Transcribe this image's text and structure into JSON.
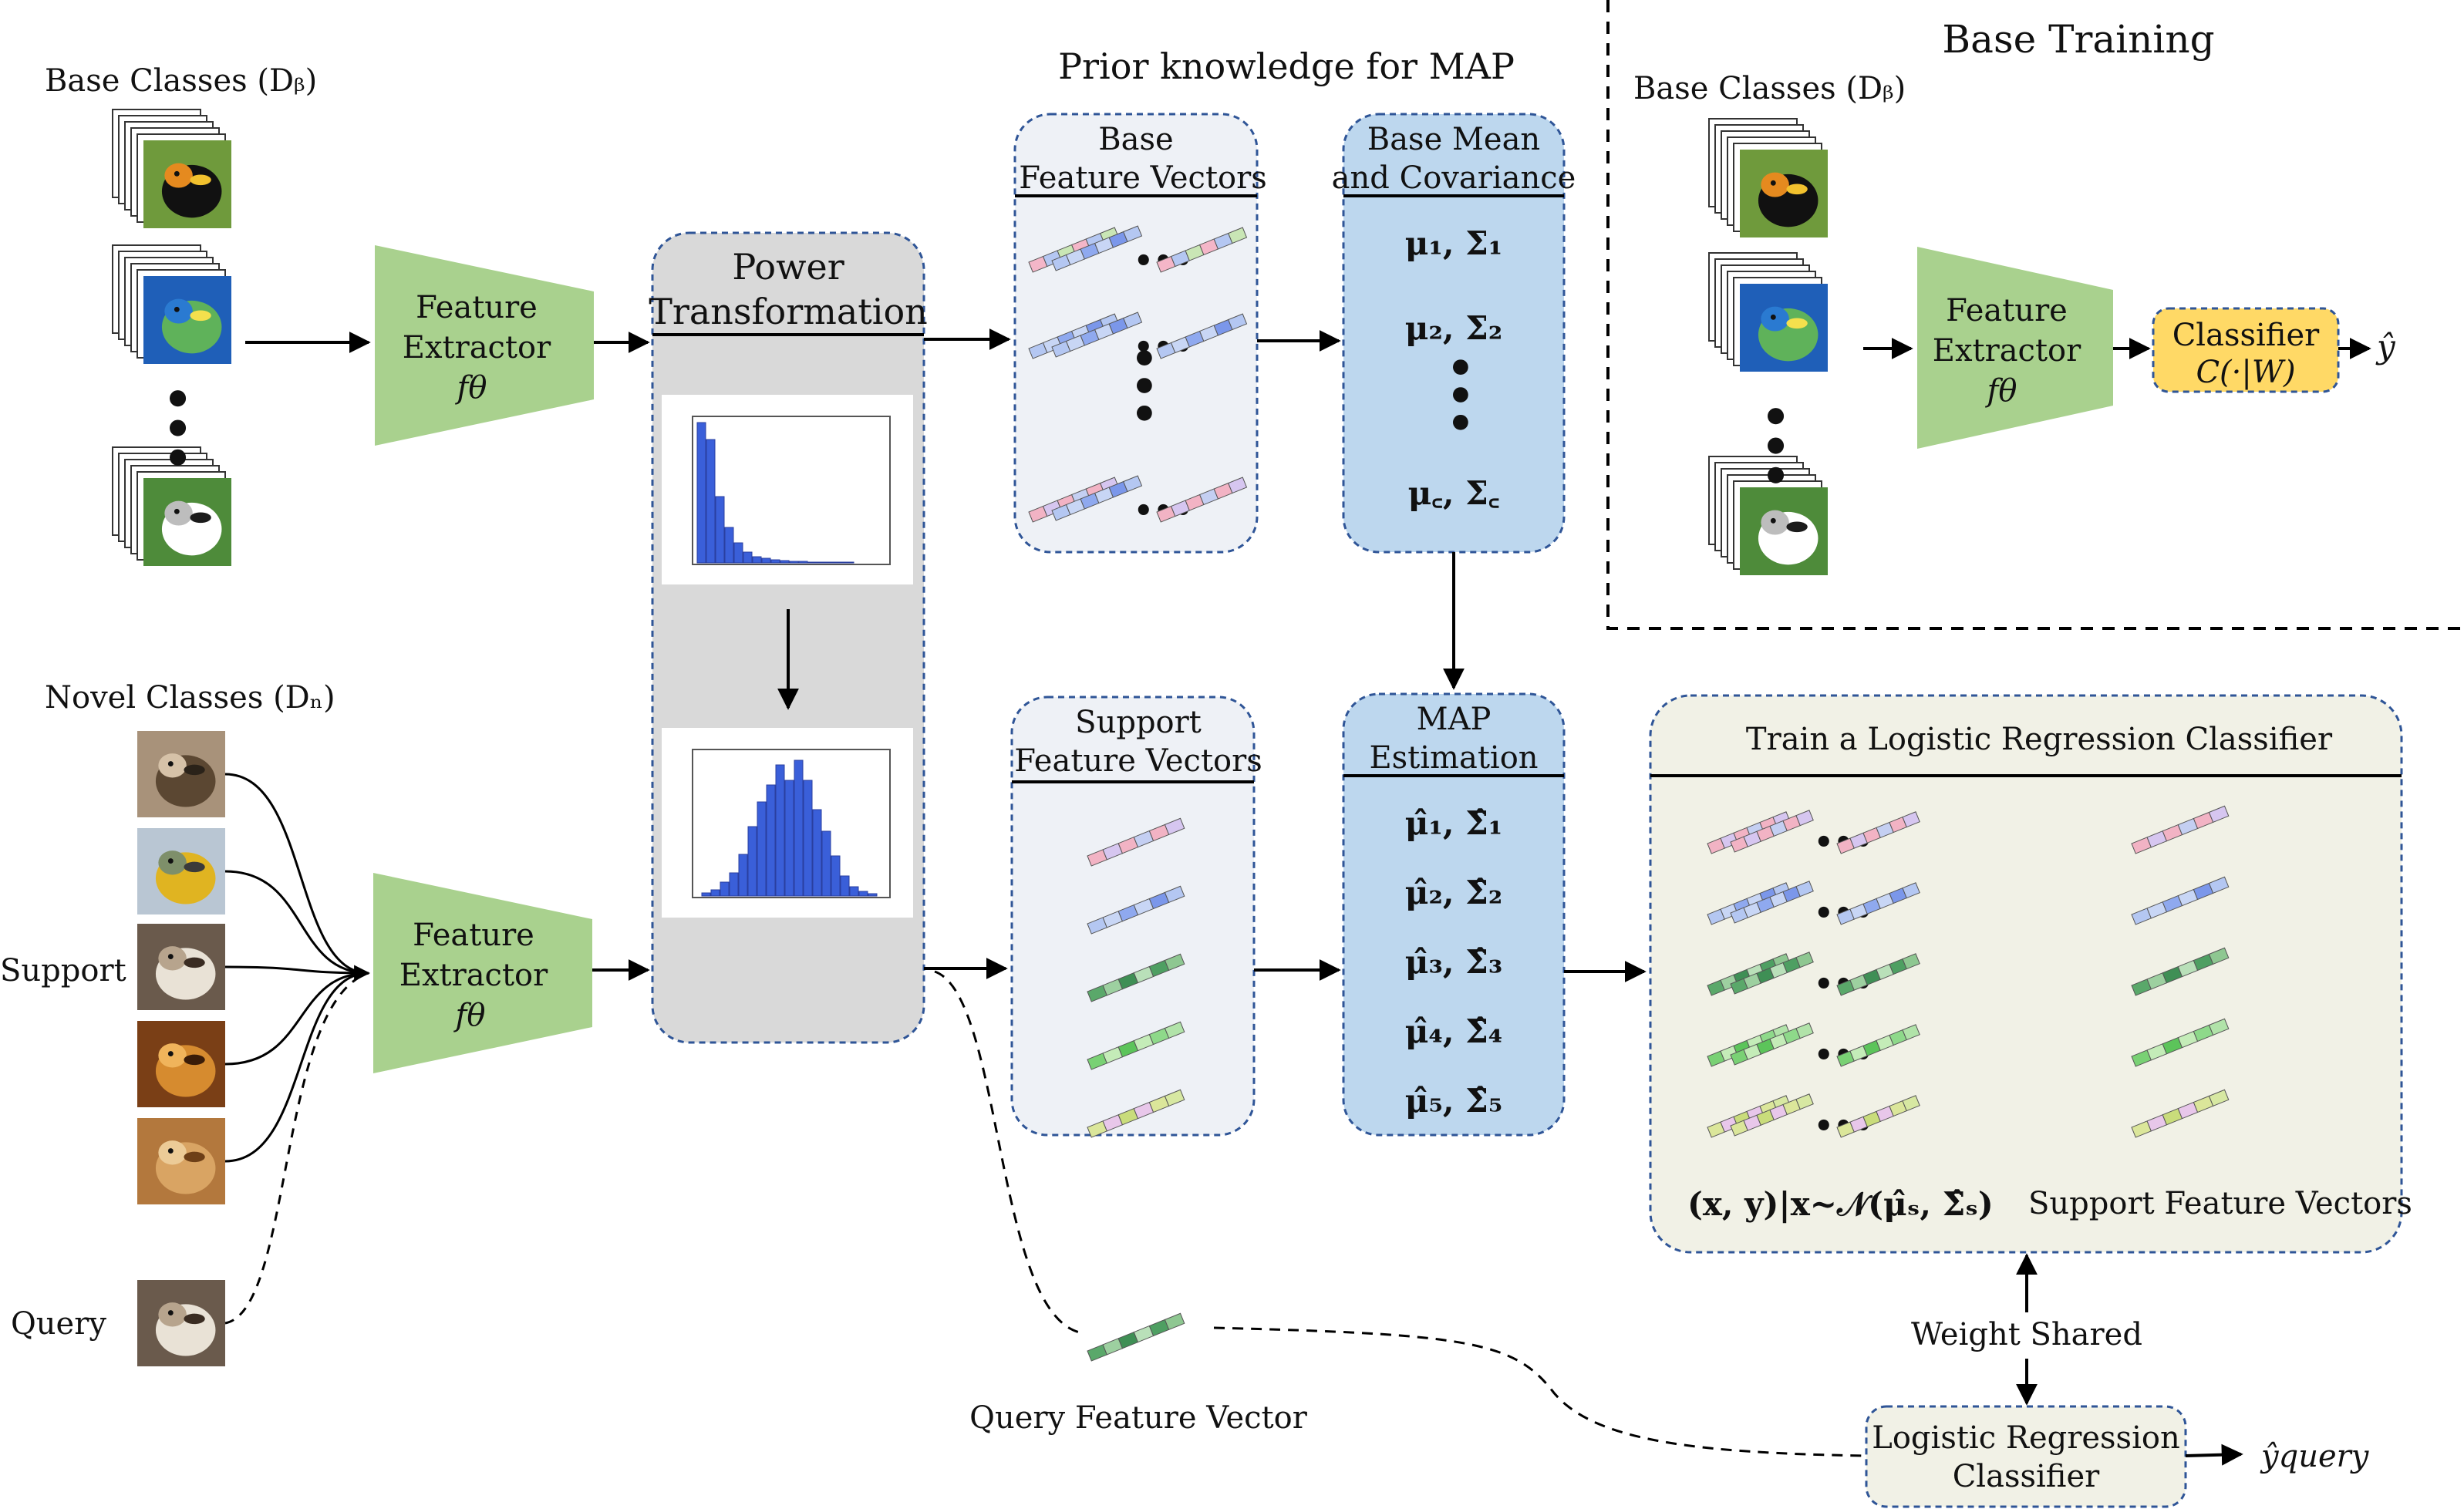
{
  "labels": {
    "base_classes_left": "Base Classes (Dᵦ)",
    "base_classes_right": "Base Classes (Dᵦ)",
    "novel_classes": "Novel Classes (Dₙ)",
    "support": "Support",
    "query": "Query",
    "prior_knowledge_title": "Prior knowledge for MAP",
    "base_training_title": "Base Training",
    "feature_extractor_line1": "Feature",
    "feature_extractor_line2": "Extractor",
    "feature_extractor_fn": "fθ",
    "power_transform_line1": "Power",
    "power_transform_line2": "Transformation",
    "base_feature_vectors_line1": "Base",
    "base_feature_vectors_line2": "Feature Vectors",
    "base_mean_line1": "Base Mean",
    "base_mean_line2": "and Covariance",
    "mu1": "μ₁, Σ₁",
    "mu2": "μ₂, Σ₂",
    "muC": "μ꜀, Σ꜀",
    "support_fv_line1": "Support",
    "support_fv_line2": "Feature Vectors",
    "map_line1": "MAP",
    "map_line2": "Estimation",
    "muhat1": "μ̂₁, Σ̂₁",
    "muhat2": "μ̂₂, Σ̂₂",
    "muhat3": "μ̂₃, Σ̂₃",
    "muhat4": "μ̂₄, Σ̂₄",
    "muhat5": "μ̂₅, Σ̂₅",
    "train_lr_title": "Train a Logistic Regression Classifier",
    "gaussian_sampling": "(x, y)|x~𝒩(μ̂ₛ, Σ̂ₛ)",
    "support_feature_vectors_caption": "Support Feature Vectors",
    "weight_shared": "Weight Shared",
    "lr_classifier_line1": "Logistic Regression",
    "lr_classifier_line2": "Classifier",
    "y_query": "ŷquery",
    "query_feature_vector": "Query Feature Vector",
    "classifier_line1": "Classifier",
    "classifier_line2": "C(·|W)",
    "y_hat": "ŷ",
    "ellipsis": "•••"
  },
  "colors": {
    "extractor_green": "#a9d18e",
    "power_gray": "#d9d9d9",
    "base_fv_bg": "#eef1f6",
    "mean_blue": "#bdd7ee",
    "train_bg": "#f1f1e6",
    "classifier_yellow": "#ffd966",
    "histogram_blue": "#3a5fd9",
    "box_border": "#2f5597"
  },
  "images": {
    "base": [
      "toucan",
      "fish",
      "dog"
    ],
    "novel_support": [
      "wild-dog",
      "bus",
      "ferret",
      "golden-dog",
      "lion"
    ],
    "query": "ferret"
  },
  "stripe_palettes": {
    "mixed": [
      "#f4b6c8",
      "#b4c7f2",
      "#c9e6b5",
      "#f4b6c8",
      "#b4c7f2",
      "#c9e6b5"
    ],
    "blue": [
      "#b4c7f2",
      "#c8d6f5",
      "#8fa9ef",
      "#c8d6f5",
      "#7b97ea",
      "#b4c7f2"
    ],
    "green": [
      "#5aa86a",
      "#9dd0a0",
      "#3f8f55",
      "#b9e0b9",
      "#4e9f62",
      "#8ec791"
    ],
    "lightgreen": [
      "#79d174",
      "#c4ecb8",
      "#5cc45a",
      "#c4ecb8",
      "#8ed98a",
      "#b1e3a9"
    ],
    "yellow": [
      "#dbe69a",
      "#e8c7ea",
      "#c9dc7b",
      "#e8c7ea",
      "#dbe69a",
      "#d7e8a2"
    ],
    "pink": [
      "#f2b3c4",
      "#d6c6f0",
      "#f2b3c4",
      "#c4cff2",
      "#f2b3c4",
      "#d6c6f0"
    ]
  }
}
